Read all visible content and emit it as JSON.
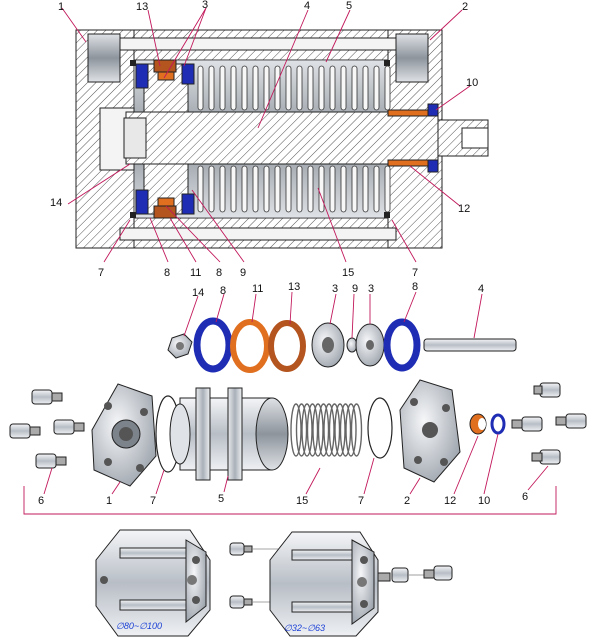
{
  "callouts": {
    "c1": "1",
    "c2": "2",
    "c3a": "3",
    "c3b": "3",
    "c4": "4",
    "c5": "5",
    "c7a": "7",
    "c7b": "7",
    "c8a": "8",
    "c8b": "8",
    "c9": "9",
    "c10": "10",
    "c11": "11",
    "c12": "12",
    "c13": "13",
    "c14": "14",
    "c15": "15",
    "e14": "14",
    "e8a": "8",
    "e11": "11",
    "e13": "13",
    "e3a": "3",
    "e9": "9",
    "e3b": "3",
    "e8b": "8",
    "e4": "4",
    "x6a": "6",
    "x1": "1",
    "x7a": "7",
    "x5": "5",
    "x15": "15",
    "x7b": "7",
    "x2": "2",
    "x12": "12",
    "x10": "10",
    "x6b": "6"
  },
  "variants": {
    "left_size": "∅80~∅100",
    "right_size": "∅32~∅63"
  },
  "colors": {
    "hatch": "#555555",
    "seal_blue": "#1e2db4",
    "seal_orange": "#e07020",
    "metal": "#c8ccd2",
    "leader": "#c2185b"
  }
}
